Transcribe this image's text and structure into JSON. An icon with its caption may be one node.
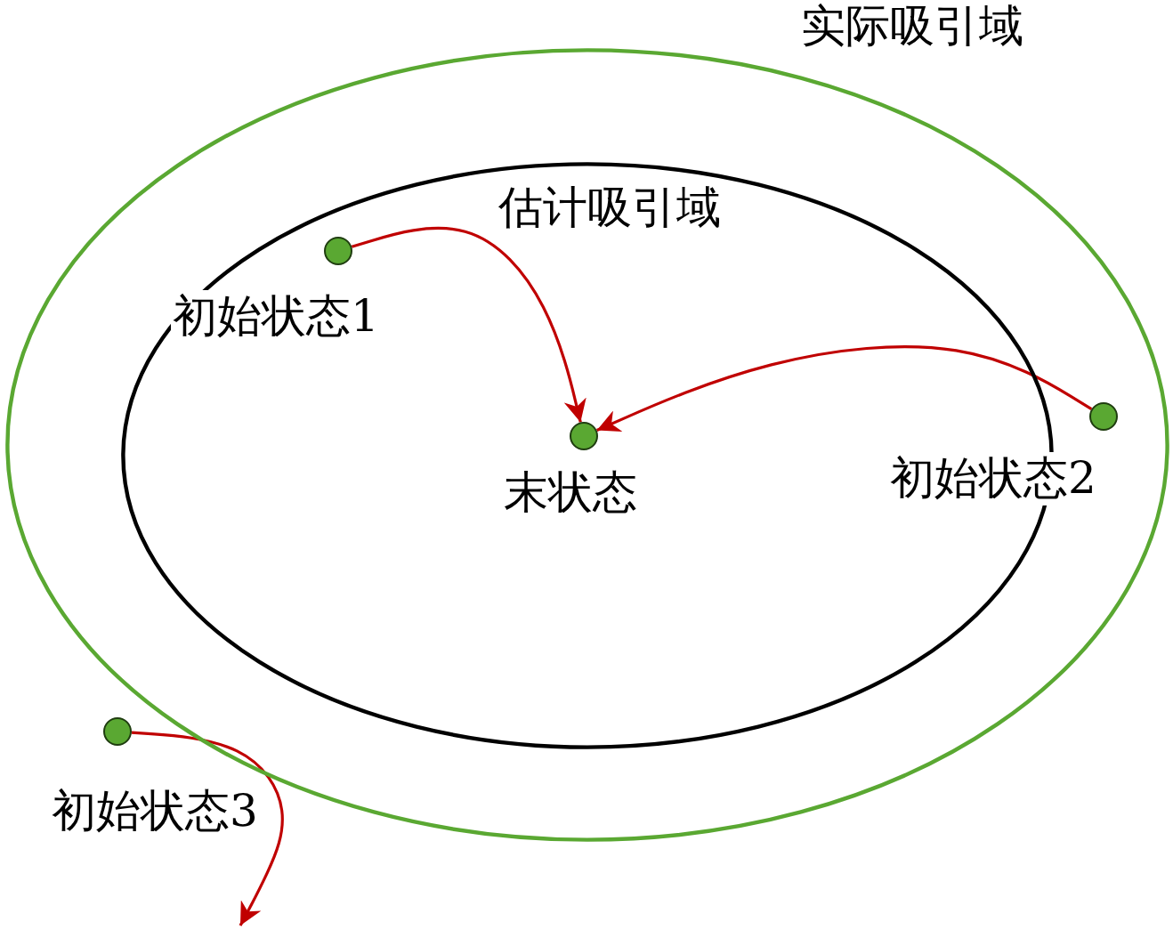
{
  "diagram": {
    "nodes": [
      {
        "text": [
          "实际吸引域"
        ]
      },
      {
        "text": [
          "估计吸引域"
        ],
        "in": 0
      },
      {
        "text": [],
        "shape": "circle",
        "beside": [
          "初始状态1"
        ],
        "in": 1
      },
      {
        "text": [],
        "shape": "circle",
        "beside": [
          "末状态"
        ],
        "in": 1
      },
      {
        "text": [],
        "shape": "circle",
        "beside": [
          "初始状态2"
        ],
        "in": 0
      },
      {
        "text": [],
        "shape": "circle",
        "beside": [
          "初始状态3"
        ]
      }
    ],
    "edges": [
      {
        "from": 2,
        "to": 3,
        "arrow": "to"
      },
      {
        "from": 4,
        "to": 3,
        "arrow": "to"
      },
      {
        "from": 5,
        "to": null,
        "arrow": "to"
      }
    ]
  }
}
